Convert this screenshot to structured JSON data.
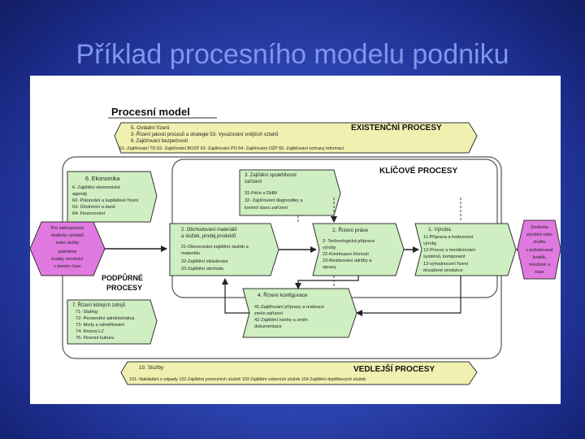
{
  "slide": {
    "title": "Příklad procesního modelu podniku"
  },
  "diagram": {
    "heading": "Procesní model",
    "existencni": {
      "label": "EXISTENČNÍ PROCESY",
      "head": "5. Ovládní řízení",
      "row1": "3 -Řízení jakosti procesů a strategie        53- Vyvažování vnějších vztahů",
      "head2": "6. Zajišťování bezpečnosti",
      "row2": "61- Zajišťování TO  62- Zajišťování BOZP  63- Zajišťování PO  64- Zajišťování OŽP   65- Zajišťování ochrany informací"
    },
    "klicove_label": "KLÍČOVÉ PROCESY",
    "podpurne_label": [
      "PODPŮRNÉ",
      "PROCESY"
    ],
    "ekonomika": {
      "head": "6. Ekonomika",
      "lines": [
        "6- Zajištění ekonomické",
        "agendy",
        "62- Plánování a kapitálové řízení",
        "63- Účetnictví a daně",
        "64- Financování"
      ]
    },
    "lide": {
      "head": "7. Řízení lidských zdrojů",
      "lines": [
        "71- Stafing",
        "72- Personální administrativa",
        "73- Mzdy a odměňování",
        "74- Rozvoj LZ",
        "75- Firemní kultura"
      ]
    },
    "zajisteni": {
      "head": "3. Zajištění spolehlivosti",
      "head2": "zařízení",
      "lines": [
        "31-Péče o DHM",
        "32- Zajišťování diagnostiky a",
        "kontrol stavu zařízení"
      ]
    },
    "obchod": {
      "head": "2. Obchodování materiálů",
      "head2": "a služeb, prodej produktů",
      "lines": [
        "21-Obnovování zajištění služeb a",
        "materiálu",
        "22-Zajištění skladování",
        "23-Zajištění obchodu"
      ]
    },
    "rizeni_prace": {
      "head": "2. Řízení práce",
      "lines": [
        "2- Technologická příprava",
        "výroby",
        "22-Kontinuace činností",
        "23-Realizování údržby a",
        "opravy"
      ]
    },
    "vyroba": {
      "head": "1. Výroba",
      "lines": [
        "11-Příprava a hodnocení",
        "výroby",
        "12-Provoz a monitorování",
        "systémů, komponent",
        "13-vyhodnocení řízení",
        "dosažené produkce"
      ]
    },
    "konfigurace": {
      "head": "4. Řízení konfigurace",
      "lines": [
        "41-Zajišťování přípravy a realizace",
        "změn zařízení",
        "42-Zajištění tvorby a změn",
        "dokumentace"
      ]
    },
    "vedlejsi": {
      "label": "VEDLEJŠÍ PROCESY",
      "head": "10. Služby",
      "row": "101- Nakládání s odpady    102 Zajištění provozních služeb    103 Zajištění externích služeb    104 Zajištění doplňkových služeb"
    },
    "input_hex": [
      "Pro zabezpečení",
      "dodávky výrobků",
      "nebo služby",
      "jednotlivé",
      "kvality, množství",
      "v daném čase"
    ],
    "output_hex": [
      "Dodávka",
      "výrobků nebo",
      "služby",
      "v požadované",
      "kvalitě,",
      "množství a",
      "čase"
    ]
  },
  "colors": {
    "green": "#cfeec1",
    "yellow": "#f0f0b0",
    "magenta": "#e07ae0",
    "border": "#333333"
  }
}
